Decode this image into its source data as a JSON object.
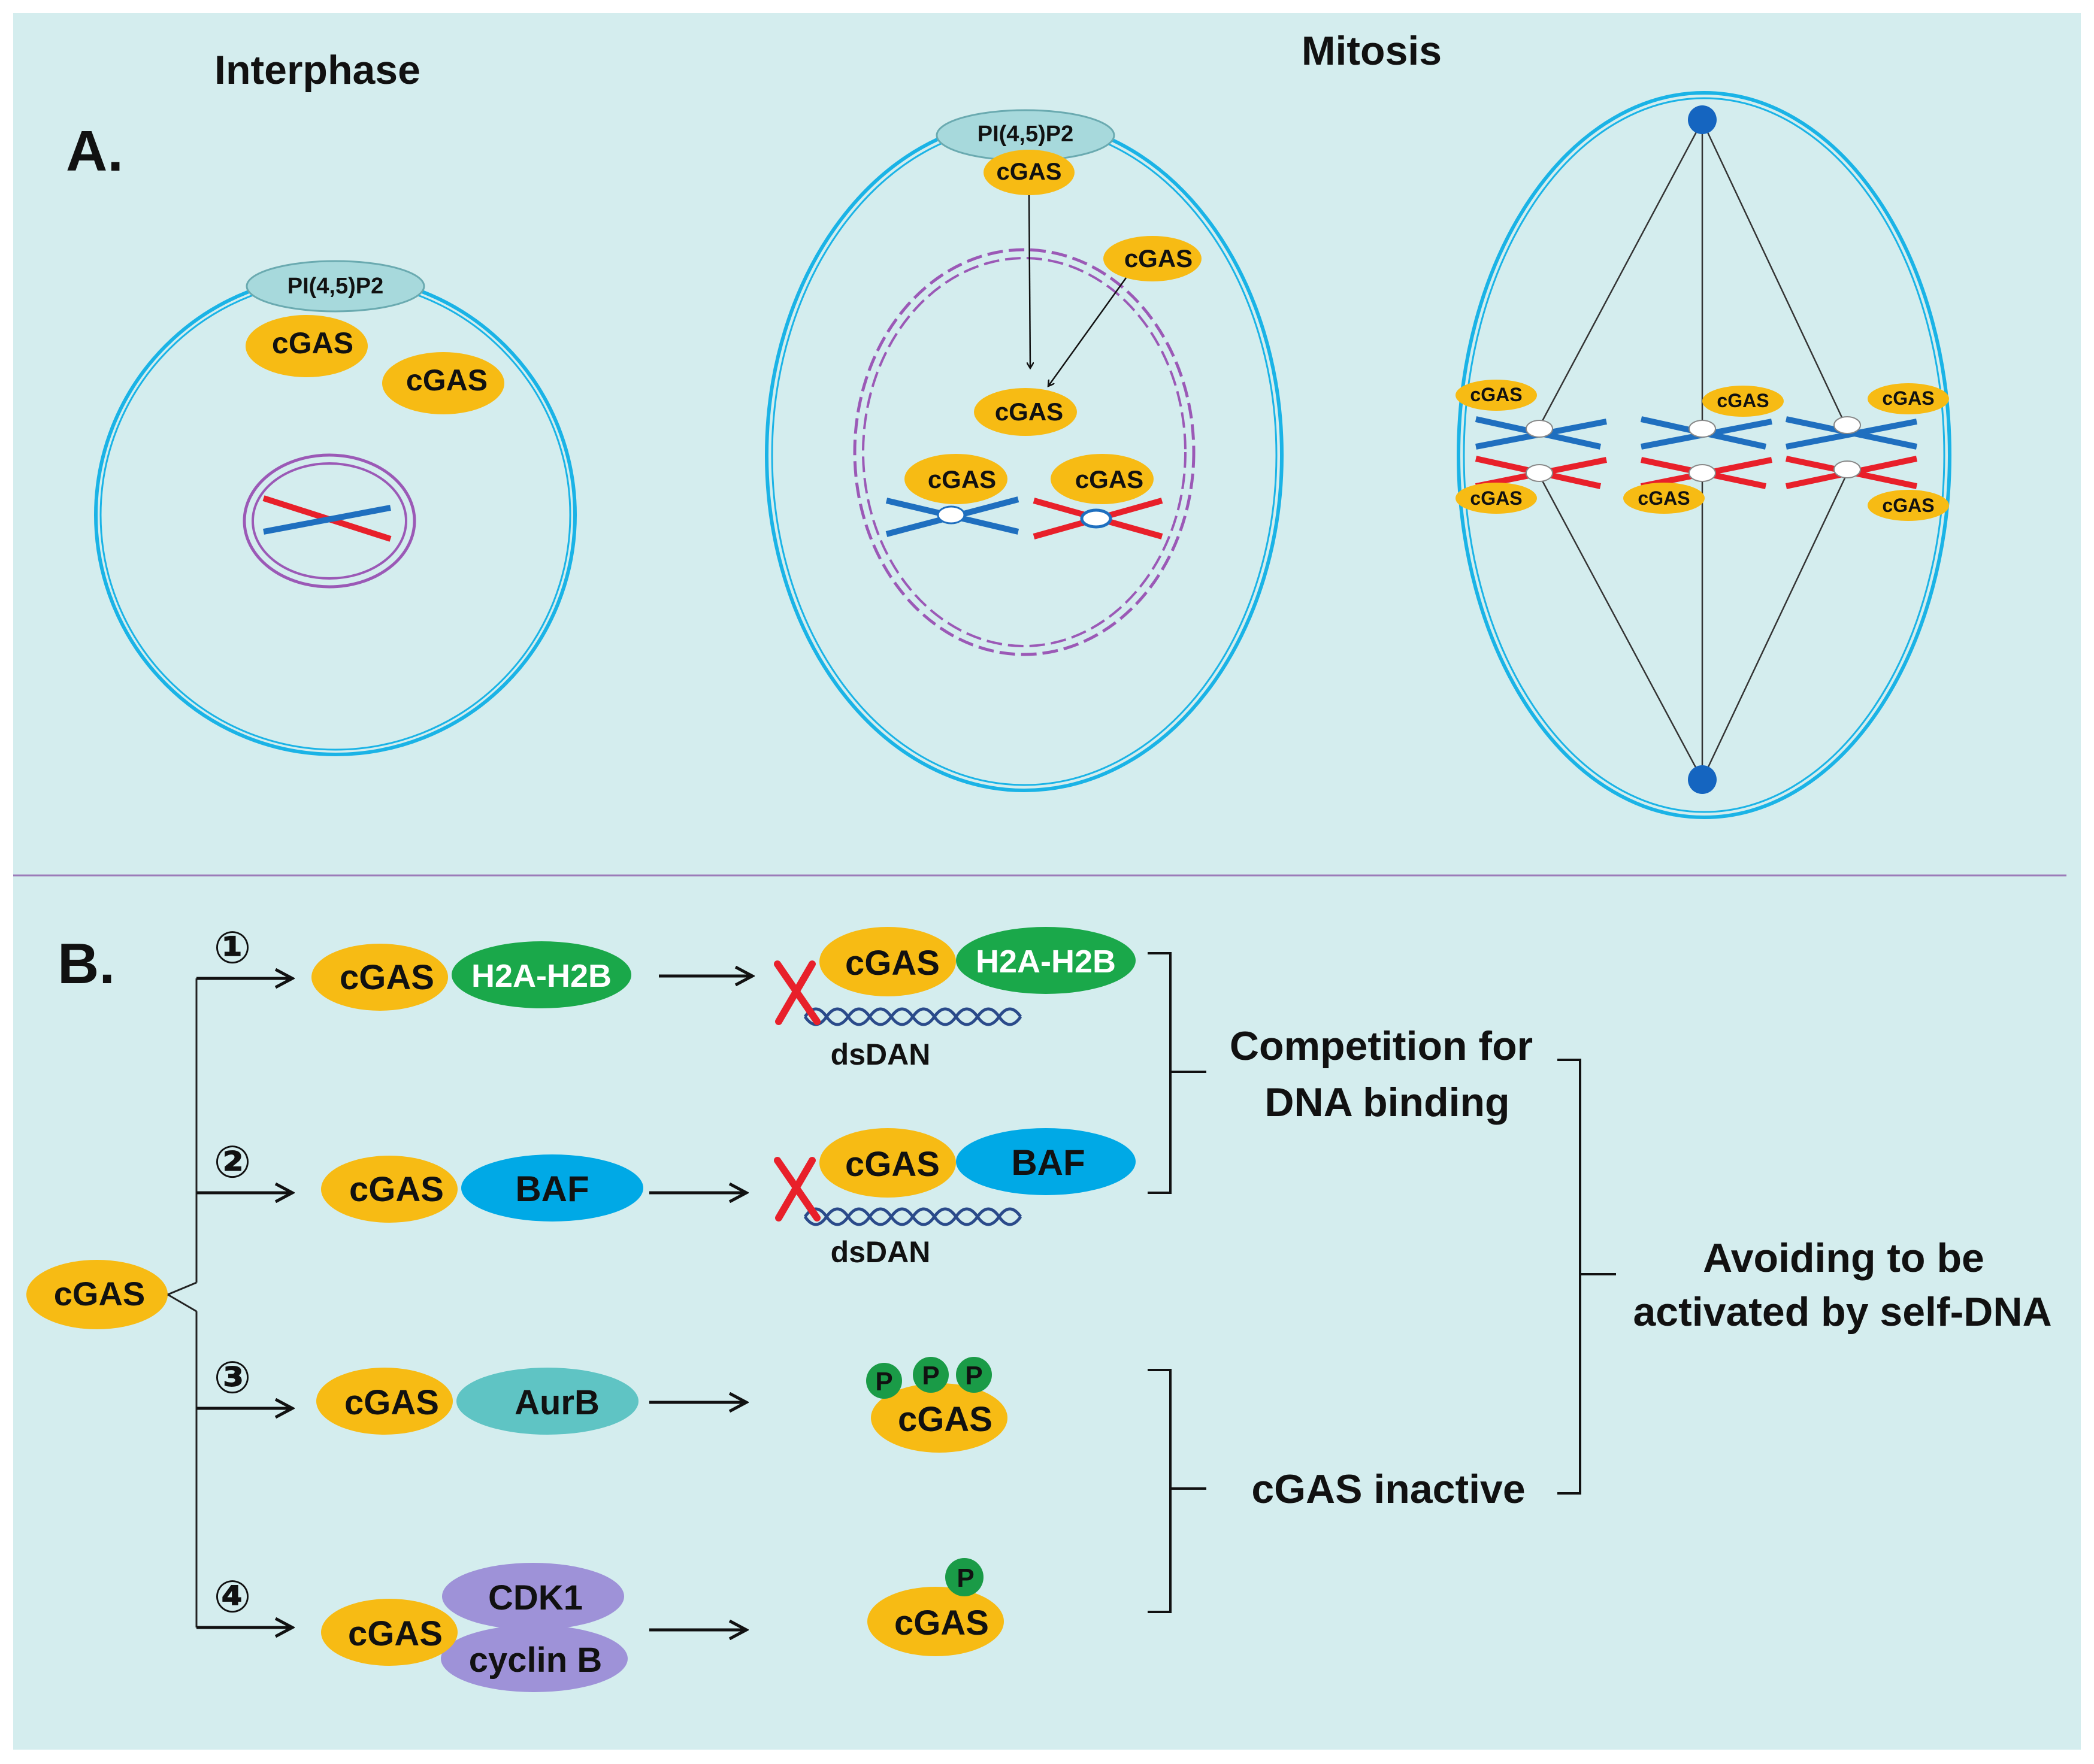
{
  "panel_a": {
    "label": "A.",
    "headings": {
      "interphase": "Interphase",
      "mitosis": "Mitosis"
    },
    "cell1": {
      "membrane_lipid": "PI(4,5)P2",
      "proteins": [
        "cGAS",
        "cGAS"
      ]
    },
    "cell2": {
      "membrane_lipid": "PI(4,5)P2",
      "proteins": [
        "cGAS",
        "cGAS",
        "cGAS",
        "cGAS",
        "cGAS"
      ]
    },
    "cell3": {
      "proteins": [
        "cGAS",
        "cGAS",
        "cGAS",
        "cGAS",
        "cGAS",
        "cGAS"
      ]
    }
  },
  "panel_b": {
    "label": "B.",
    "source": "cGAS",
    "pathways": [
      {
        "num": "①",
        "protein": "cGAS",
        "partner": "H2A-H2B",
        "result_protein": "cGAS",
        "result_partner": "H2A-H2B",
        "dna": "dsDAN"
      },
      {
        "num": "②",
        "protein": "cGAS",
        "partner": "BAF",
        "result_protein": "cGAS",
        "result_partner": "BAF",
        "dna": "dsDAN"
      },
      {
        "num": "③",
        "protein": "cGAS",
        "partner": "AurB",
        "result_protein": "cGAS",
        "phospho": [
          "P",
          "P",
          "P"
        ]
      },
      {
        "num": "④",
        "protein": "cGAS",
        "partner": [
          "CDK1",
          "cyclin B"
        ],
        "result_protein": "cGAS",
        "phospho": [
          "P"
        ]
      }
    ],
    "outcomes": {
      "competition": [
        "Competition for",
        "DNA binding"
      ],
      "inactive": "cGAS inactive",
      "final": [
        "Avoiding to be",
        "activated by self-DNA"
      ]
    }
  },
  "colors": {
    "background": "#d4edee",
    "cgas": "#f7bb14",
    "membrane": "#1ab3e6",
    "lipid": "#a7d9dc",
    "nucleus": "#9b59b6",
    "chromosome_blue": "#1f6fbf",
    "chromosome_red": "#e8202a",
    "histone": "#1aa84a",
    "baf": "#00a9e6",
    "aurb": "#5fc4c4",
    "cdk": "#9e92d8",
    "phospho": "#1a9b47",
    "cross": "#e8202a",
    "centrosome": "#1565c0"
  }
}
